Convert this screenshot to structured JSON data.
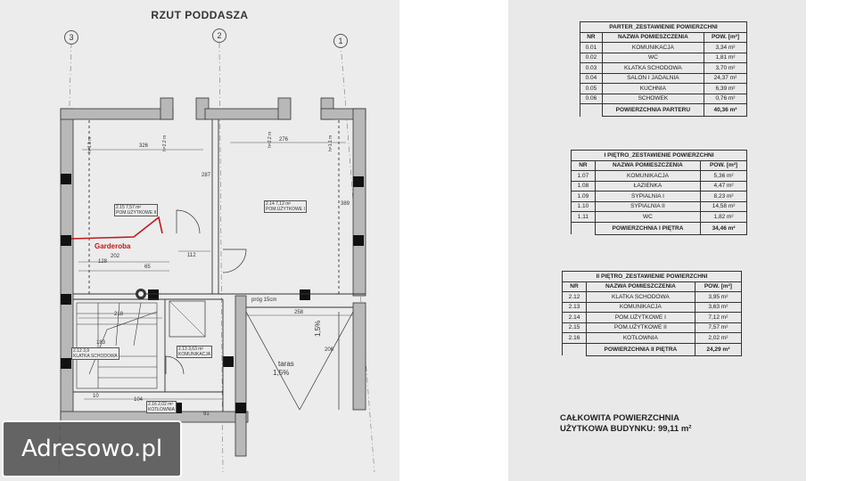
{
  "plan": {
    "title": "RZUT PODDASZA",
    "axes": [
      "3",
      "2",
      "1"
    ],
    "room_labels": [
      {
        "id": "2.15",
        "area": "7,57 m²",
        "name": "POM.UŻYTKOWE II"
      },
      {
        "id": "2.14",
        "area": "7,12 m²",
        "name": "POM.UŻYTKOWE I"
      },
      {
        "id": "2.12",
        "area": "3,9",
        "name": "KLATKA SCHODOWA"
      },
      {
        "id": "2.13",
        "area": "3,63 m²",
        "name": "KOMUNIKACJA"
      },
      {
        "id": "2.16",
        "area": "2,02 m²",
        "name": "KOTŁOWNIA"
      }
    ],
    "dimensions": [
      "326",
      "276",
      "287",
      "389",
      "202",
      "128",
      "112",
      "65",
      "218",
      "258",
      "206",
      "183",
      "104",
      "10",
      "91",
      "h=1.1 m",
      "h=2.2 m"
    ],
    "door_note": "próg 15cm",
    "garderoba": "Garderoba",
    "taras": "taras",
    "slope_1": "1,5%",
    "slope_2": "1,5%"
  },
  "watermark": "Adresowo.pl",
  "tables": [
    {
      "title": "PARTER_ZESTAWIENIE POWIERZCHNI",
      "headers": [
        "NR",
        "NAZWA POMIESZCZENIA",
        "POW. [m²]"
      ],
      "rows": [
        [
          "0.01",
          "KOMUNIKACJA",
          "3,34 m²"
        ],
        [
          "0.02",
          "WC",
          "1,81 m²"
        ],
        [
          "0.03",
          "KLATKA SCHODOWA",
          "3,70 m²"
        ],
        [
          "0.04",
          "SALON I JADALNIA",
          "24,37 m²"
        ],
        [
          "0.05",
          "KUCHNIA",
          "6,39 m²"
        ],
        [
          "0.06",
          "SCHOWEK",
          "0,76 m²"
        ]
      ],
      "sum_label": "POWIERZCHNIA PARTERU",
      "sum_value": "40,36 m²"
    },
    {
      "title": "I PIĘTRO_ZESTAWIENIE POWIERZCHNI",
      "headers": [
        "NR",
        "NAZWA POMIESZCZENIA",
        "POW. [m²]"
      ],
      "rows": [
        [
          "1.07",
          "KOMUNIKACJA",
          "5,36 m²"
        ],
        [
          "1.08",
          "ŁAZIENKA",
          "4,47 m²"
        ],
        [
          "1.09",
          "SYPIALNIA I",
          "8,23 m²"
        ],
        [
          "1.10",
          "SYPIALNIA II",
          "14,58 m²"
        ],
        [
          "1.11",
          "WC",
          "1,82 m²"
        ]
      ],
      "sum_label": "POWIERZCHNIA I PIĘTRA",
      "sum_value": "34,46 m²"
    },
    {
      "title": "II PIĘTRO_ZESTAWIENIE POWIERZCHNI",
      "headers": [
        "NR",
        "NAZWA POMIESZCZENIA",
        "POW. [m²]"
      ],
      "rows": [
        [
          "2.12",
          "KLATKA SCHODOWA",
          "3,95 m²"
        ],
        [
          "2.13",
          "KOMUNIKACJA",
          "3,63 m²"
        ],
        [
          "2.14",
          "POM.UŻYTKOWE I",
          "7,12 m²"
        ],
        [
          "2.15",
          "POM.UŻYTKOWE II",
          "7,57 m²"
        ],
        [
          "2.16",
          "KOTŁOWNIA",
          "2,02 m²"
        ]
      ],
      "sum_label": "POWIERZCHNIA II PIĘTRA",
      "sum_value": "24,29 m²"
    }
  ],
  "total": {
    "line1": "CAŁKOWITA POWIERZCHNIA",
    "line2": "UŻYTKOWA BUDYNKU: 99,11 m²"
  }
}
